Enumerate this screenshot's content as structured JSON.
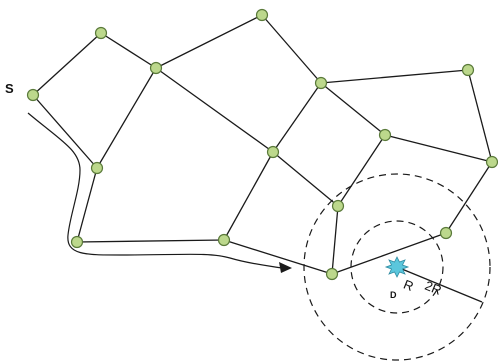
{
  "labels": {
    "source": "S",
    "destination": "D",
    "inner_radius": "R",
    "outer_radius": "2R"
  },
  "colors": {
    "node_fill": "#bcd88c",
    "node_stroke": "#5a7a3a",
    "destination_fill": "#5bc6dc",
    "line": "#1a1a1a"
  },
  "icons": {
    "destination": "star-burst-icon"
  }
}
